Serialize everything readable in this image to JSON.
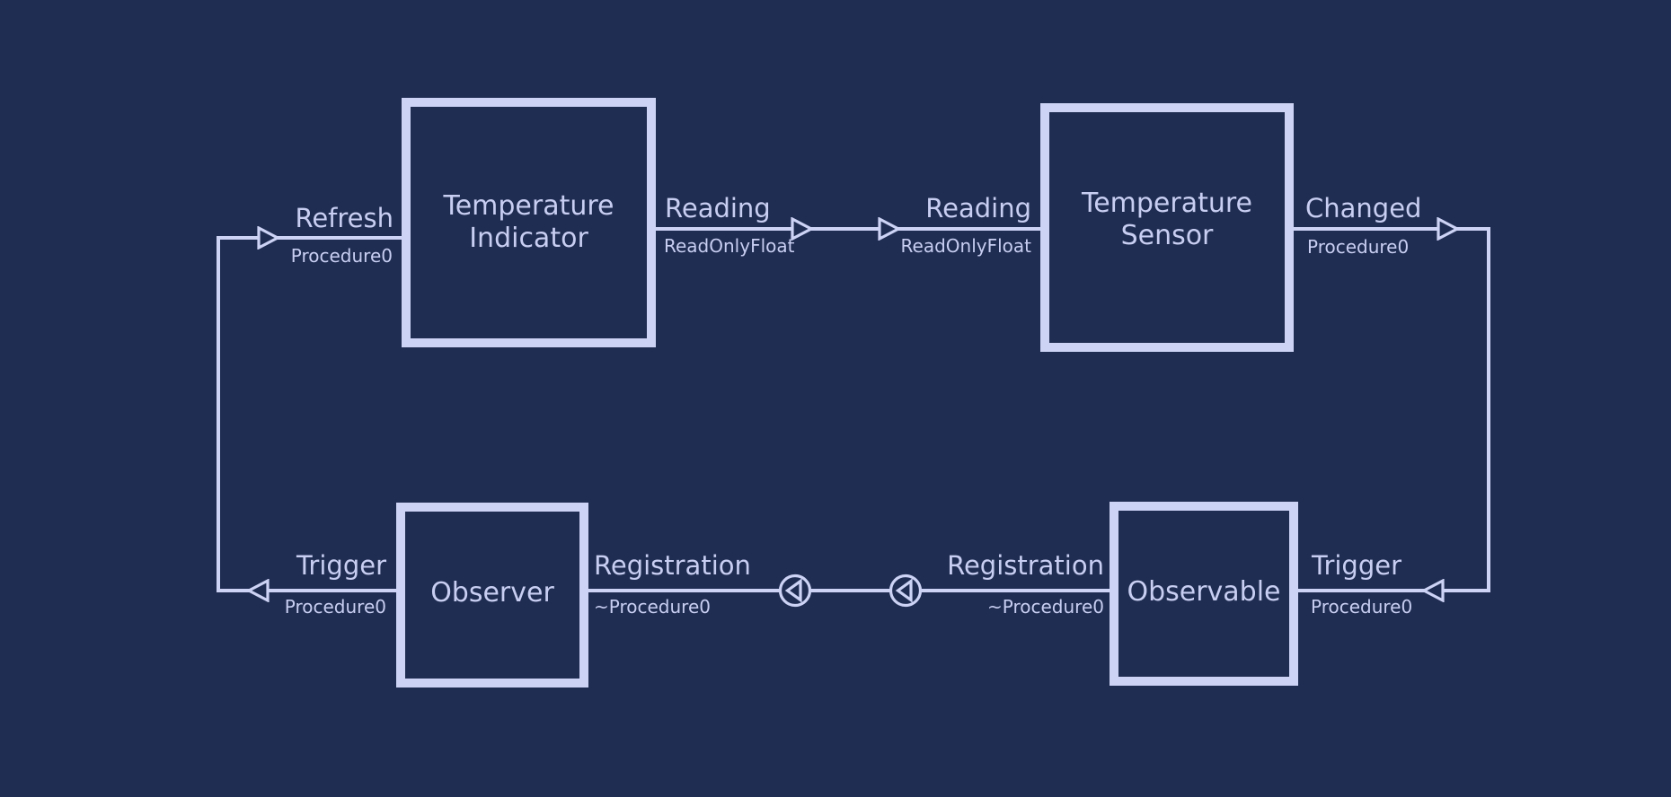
{
  "diagram": {
    "type": "component-connector-diagram",
    "colors": {
      "background": "#202d52",
      "stroke": "#ccd3f5",
      "text": "#c7cef1"
    },
    "components": [
      {
        "id": "temperature-indicator",
        "title": "Temperature\nIndicator"
      },
      {
        "id": "temperature-sensor",
        "title": "Temperature\nSensor"
      },
      {
        "id": "observer",
        "title": "Observer"
      },
      {
        "id": "observable",
        "title": "Observable"
      }
    ],
    "ports": [
      {
        "component": "temperature-indicator",
        "name": "Refresh",
        "type": "Procedure0",
        "side": "left"
      },
      {
        "component": "temperature-indicator",
        "name": "Reading",
        "type": "ReadOnlyFloat",
        "side": "right"
      },
      {
        "component": "temperature-sensor",
        "name": "Reading",
        "type": "ReadOnlyFloat",
        "side": "left"
      },
      {
        "component": "temperature-sensor",
        "name": "Changed",
        "type": "Procedure0",
        "side": "right"
      },
      {
        "component": "observer",
        "name": "Trigger",
        "type": "Procedure0",
        "side": "left"
      },
      {
        "component": "observer",
        "name": "Registration",
        "type": "~Procedure0",
        "side": "right"
      },
      {
        "component": "observable",
        "name": "Registration",
        "type": "~Procedure0",
        "side": "left"
      },
      {
        "component": "observable",
        "name": "Trigger",
        "type": "Procedure0",
        "side": "right"
      }
    ],
    "connections": [
      {
        "from": "temperature-indicator.Reading",
        "to": "temperature-sensor.Reading",
        "symbols": "two open arrowheads pointing right"
      },
      {
        "from": "temperature-sensor.Changed",
        "to": "observable.Trigger",
        "symbols": "open arrowhead right at source, open arrowhead left at target, routed down right side"
      },
      {
        "from": "observable.Registration",
        "to": "observer.Registration",
        "symbols": "two circle connectors with inner left-pointing triangles"
      },
      {
        "from": "observer.Trigger",
        "to": "temperature-indicator.Refresh",
        "symbols": "open arrowhead left at source, open arrowhead right at target, routed up left side"
      }
    ]
  }
}
